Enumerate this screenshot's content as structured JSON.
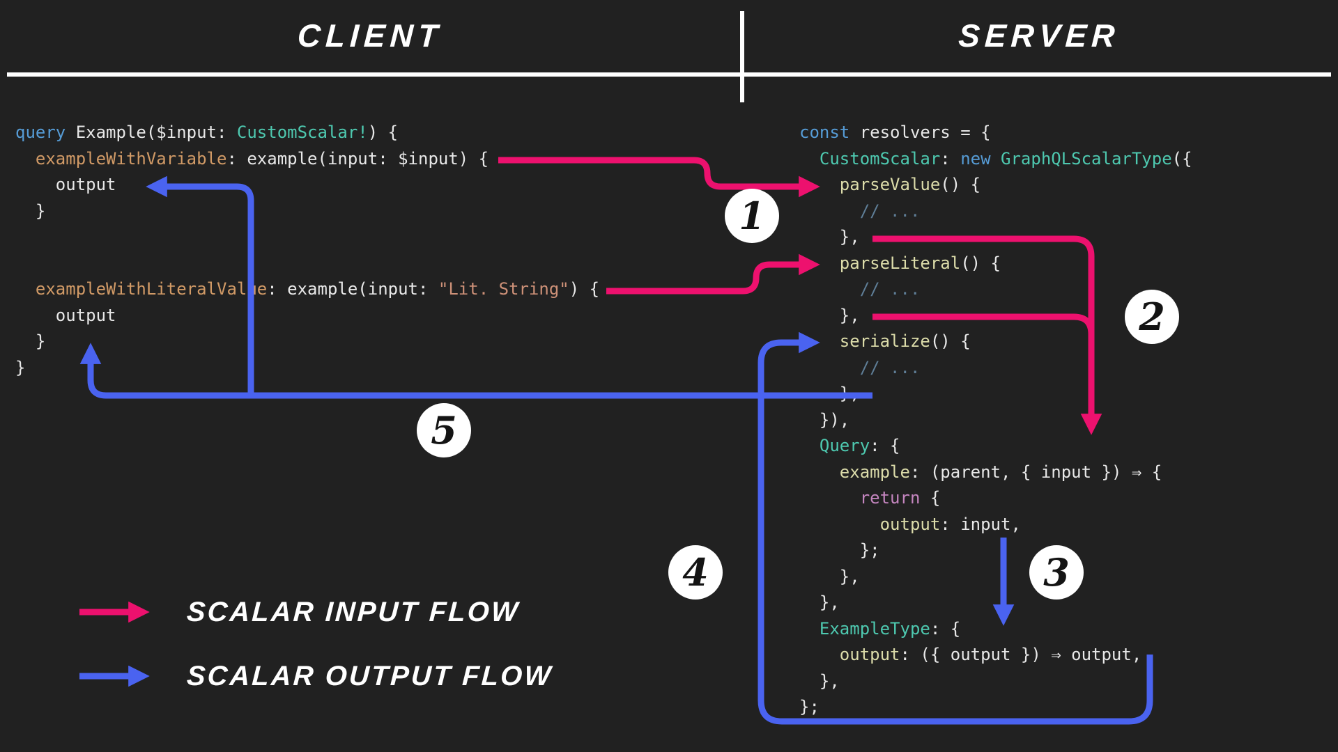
{
  "header": {
    "client": "CLIENT",
    "server": "SERVER"
  },
  "steps": [
    "1",
    "2",
    "3",
    "4",
    "5"
  ],
  "legend": [
    {
      "label": "SCALAR INPUT FLOW",
      "flow": "input"
    },
    {
      "label": "SCALAR OUTPUT FLOW",
      "flow": "output"
    }
  ],
  "colors": {
    "background": "#212121",
    "divider": "#ffffff",
    "input_flow": "#ed116e",
    "output_flow": "#4a63f0",
    "badge_bg": "#ffffff",
    "badge_text": "#141414",
    "syntax": {
      "kw": "#569cd6",
      "type": "#4ec9b0",
      "fn": "#dcdcaa",
      "prop": "#d19a66",
      "str": "#ce9178",
      "comment": "#5f7e97",
      "ctrl": "#c586c0",
      "plain": "#e8e8e8"
    }
  },
  "client": {
    "lines": [
      [
        {
          "t": "query",
          "c": "kw"
        },
        {
          "t": " Example($input: ",
          "c": "plain"
        },
        {
          "t": "CustomScalar!",
          "c": "type"
        },
        {
          "t": ") {",
          "c": "plain"
        }
      ],
      [
        {
          "t": "  ",
          "c": "plain"
        },
        {
          "t": "exampleWithVariable",
          "c": "prop"
        },
        {
          "t": ": example(input: $input) {",
          "c": "plain"
        }
      ],
      [
        {
          "t": "    output",
          "c": "plain"
        }
      ],
      [
        {
          "t": "  }",
          "c": "plain"
        }
      ],
      [],
      [],
      [
        {
          "t": "  ",
          "c": "plain"
        },
        {
          "t": "exampleWithLiteralValue",
          "c": "prop"
        },
        {
          "t": ": example(input: ",
          "c": "plain"
        },
        {
          "t": "\"Lit. String\"",
          "c": "str"
        },
        {
          "t": ") {",
          "c": "plain"
        }
      ],
      [
        {
          "t": "    output",
          "c": "plain"
        }
      ],
      [
        {
          "t": "  }",
          "c": "plain"
        }
      ],
      [
        {
          "t": "}",
          "c": "plain"
        }
      ]
    ]
  },
  "server": {
    "lines": [
      [
        {
          "t": "const",
          "c": "kw"
        },
        {
          "t": " resolvers = {",
          "c": "plain"
        }
      ],
      [
        {
          "t": "  ",
          "c": "plain"
        },
        {
          "t": "CustomScalar",
          "c": "type"
        },
        {
          "t": ": ",
          "c": "plain"
        },
        {
          "t": "new",
          "c": "kw"
        },
        {
          "t": " ",
          "c": "plain"
        },
        {
          "t": "GraphQLScalarType",
          "c": "type"
        },
        {
          "t": "({",
          "c": "plain"
        }
      ],
      [
        {
          "t": "    ",
          "c": "plain"
        },
        {
          "t": "parseValue",
          "c": "fn"
        },
        {
          "t": "() {",
          "c": "plain"
        }
      ],
      [
        {
          "t": "      ",
          "c": "plain"
        },
        {
          "t": "// ...",
          "c": "comment"
        }
      ],
      [
        {
          "t": "    },",
          "c": "plain"
        }
      ],
      [
        {
          "t": "    ",
          "c": "plain"
        },
        {
          "t": "parseLiteral",
          "c": "fn"
        },
        {
          "t": "() {",
          "c": "plain"
        }
      ],
      [
        {
          "t": "      ",
          "c": "plain"
        },
        {
          "t": "// ...",
          "c": "comment"
        }
      ],
      [
        {
          "t": "    },",
          "c": "plain"
        }
      ],
      [
        {
          "t": "    ",
          "c": "plain"
        },
        {
          "t": "serialize",
          "c": "fn"
        },
        {
          "t": "() {",
          "c": "plain"
        }
      ],
      [
        {
          "t": "      ",
          "c": "plain"
        },
        {
          "t": "// ...",
          "c": "comment"
        }
      ],
      [
        {
          "t": "    },",
          "c": "plain"
        }
      ],
      [
        {
          "t": "  }),",
          "c": "plain"
        }
      ],
      [
        {
          "t": "  ",
          "c": "plain"
        },
        {
          "t": "Query",
          "c": "type"
        },
        {
          "t": ": {",
          "c": "plain"
        }
      ],
      [
        {
          "t": "    ",
          "c": "plain"
        },
        {
          "t": "example",
          "c": "fn"
        },
        {
          "t": ": (parent, { input }) ⇒ {",
          "c": "plain"
        }
      ],
      [
        {
          "t": "      ",
          "c": "plain"
        },
        {
          "t": "return",
          "c": "ctrl"
        },
        {
          "t": " {",
          "c": "plain"
        }
      ],
      [
        {
          "t": "        ",
          "c": "plain"
        },
        {
          "t": "output",
          "c": "fn"
        },
        {
          "t": ": input,",
          "c": "plain"
        }
      ],
      [
        {
          "t": "      };",
          "c": "plain"
        }
      ],
      [
        {
          "t": "    },",
          "c": "plain"
        }
      ],
      [
        {
          "t": "  },",
          "c": "plain"
        }
      ],
      [
        {
          "t": "  ",
          "c": "plain"
        },
        {
          "t": "ExampleType",
          "c": "type"
        },
        {
          "t": ": {",
          "c": "plain"
        }
      ],
      [
        {
          "t": "    ",
          "c": "plain"
        },
        {
          "t": "output",
          "c": "fn"
        },
        {
          "t": ": ({ output }) ⇒ output,",
          "c": "plain"
        }
      ],
      [
        {
          "t": "  },",
          "c": "plain"
        }
      ],
      [
        {
          "t": "};",
          "c": "plain"
        }
      ]
    ]
  }
}
